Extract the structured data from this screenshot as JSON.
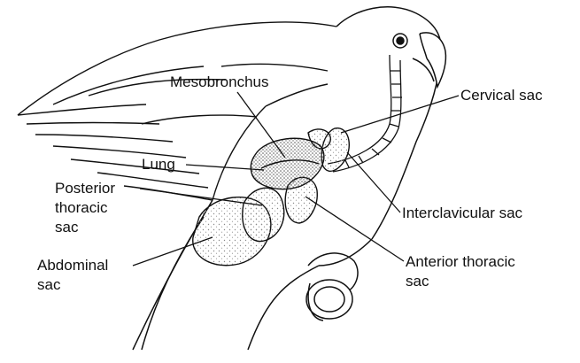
{
  "labels": {
    "mesobronchus": "Mesobronchus",
    "cervical_sac": "Cervical sac",
    "lung": "Lung",
    "posterior_line1": "Posterior",
    "posterior_line2": "thoracic",
    "posterior_line3": "sac",
    "interclavicular_sac": "Interclavicular sac",
    "abdominal_line1": "Abdominal",
    "abdominal_line2": "sac",
    "anterior_line1": "Anterior thoracic",
    "anterior_line2": "sac"
  },
  "colors": {
    "ink": "#111111",
    "background": "#ffffff",
    "stipple": "#8a8a8a"
  }
}
